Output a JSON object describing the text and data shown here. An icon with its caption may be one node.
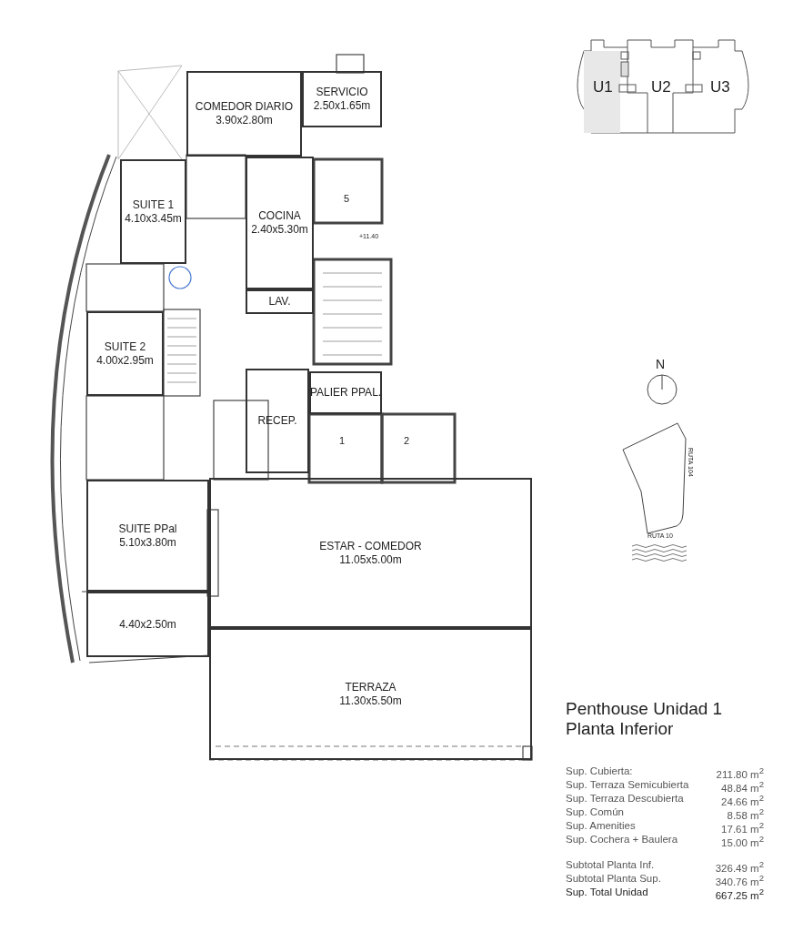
{
  "diagram": {
    "title": "Penthouse Unidad 1 Planta Inferior",
    "nodes": [
      {
        "text": [
          "COMEDOR DIARIO",
          "3.90x2.80m"
        ]
      },
      {
        "text": [
          "SERVICIO",
          "2.50x1.65m"
        ]
      },
      {
        "text": [
          "SUITE 1",
          "4.10x3.45m"
        ]
      },
      {
        "text": [
          "COCINA",
          "2.40x5.30m"
        ]
      },
      {
        "text": [
          "LAV."
        ]
      },
      {
        "text": [
          "SUITE 2",
          "4.00x2.95m"
        ]
      },
      {
        "text": [
          "RECEP."
        ]
      },
      {
        "text": [
          "PALIER PPAL."
        ]
      },
      {
        "text": [
          "SUITE PPal",
          "5.10x3.80m"
        ]
      },
      {
        "text": [
          "ESTAR - COMEDOR",
          "11.05x5.00m"
        ]
      },
      {
        "text": [
          "4.40x2.50m"
        ]
      },
      {
        "text": [
          "TERRAZA",
          "11.30x5.50m"
        ]
      }
    ],
    "labels": [
      "U1",
      "U2",
      "U3",
      "5",
      "+11.40",
      "1",
      "2",
      "N",
      "RUTA 104",
      "RUTA 10",
      "Sup. Cubierta:",
      "211.80 m$^{2}$",
      "Sup. Terraza Semicubierta",
      "48.84 m$^{2}$",
      "Sup. Terraza Descubierta",
      "24.66 m$^{2}$",
      "Sup. Común",
      "8.58 m$^{2}$",
      "Sup. Amenities",
      "17.61 m$^{2}$",
      "Sup. Cochera + Baulera",
      "15.00 m$^{2}$",
      "Subtotal Planta Inf.",
      "326.49 m$^{2}$",
      "Subtotal Planta Sup.",
      "340.76 m$^{2}$",
      "Sup. Total Unidad",
      "667.25 m$^{2}$"
    ]
  }
}
